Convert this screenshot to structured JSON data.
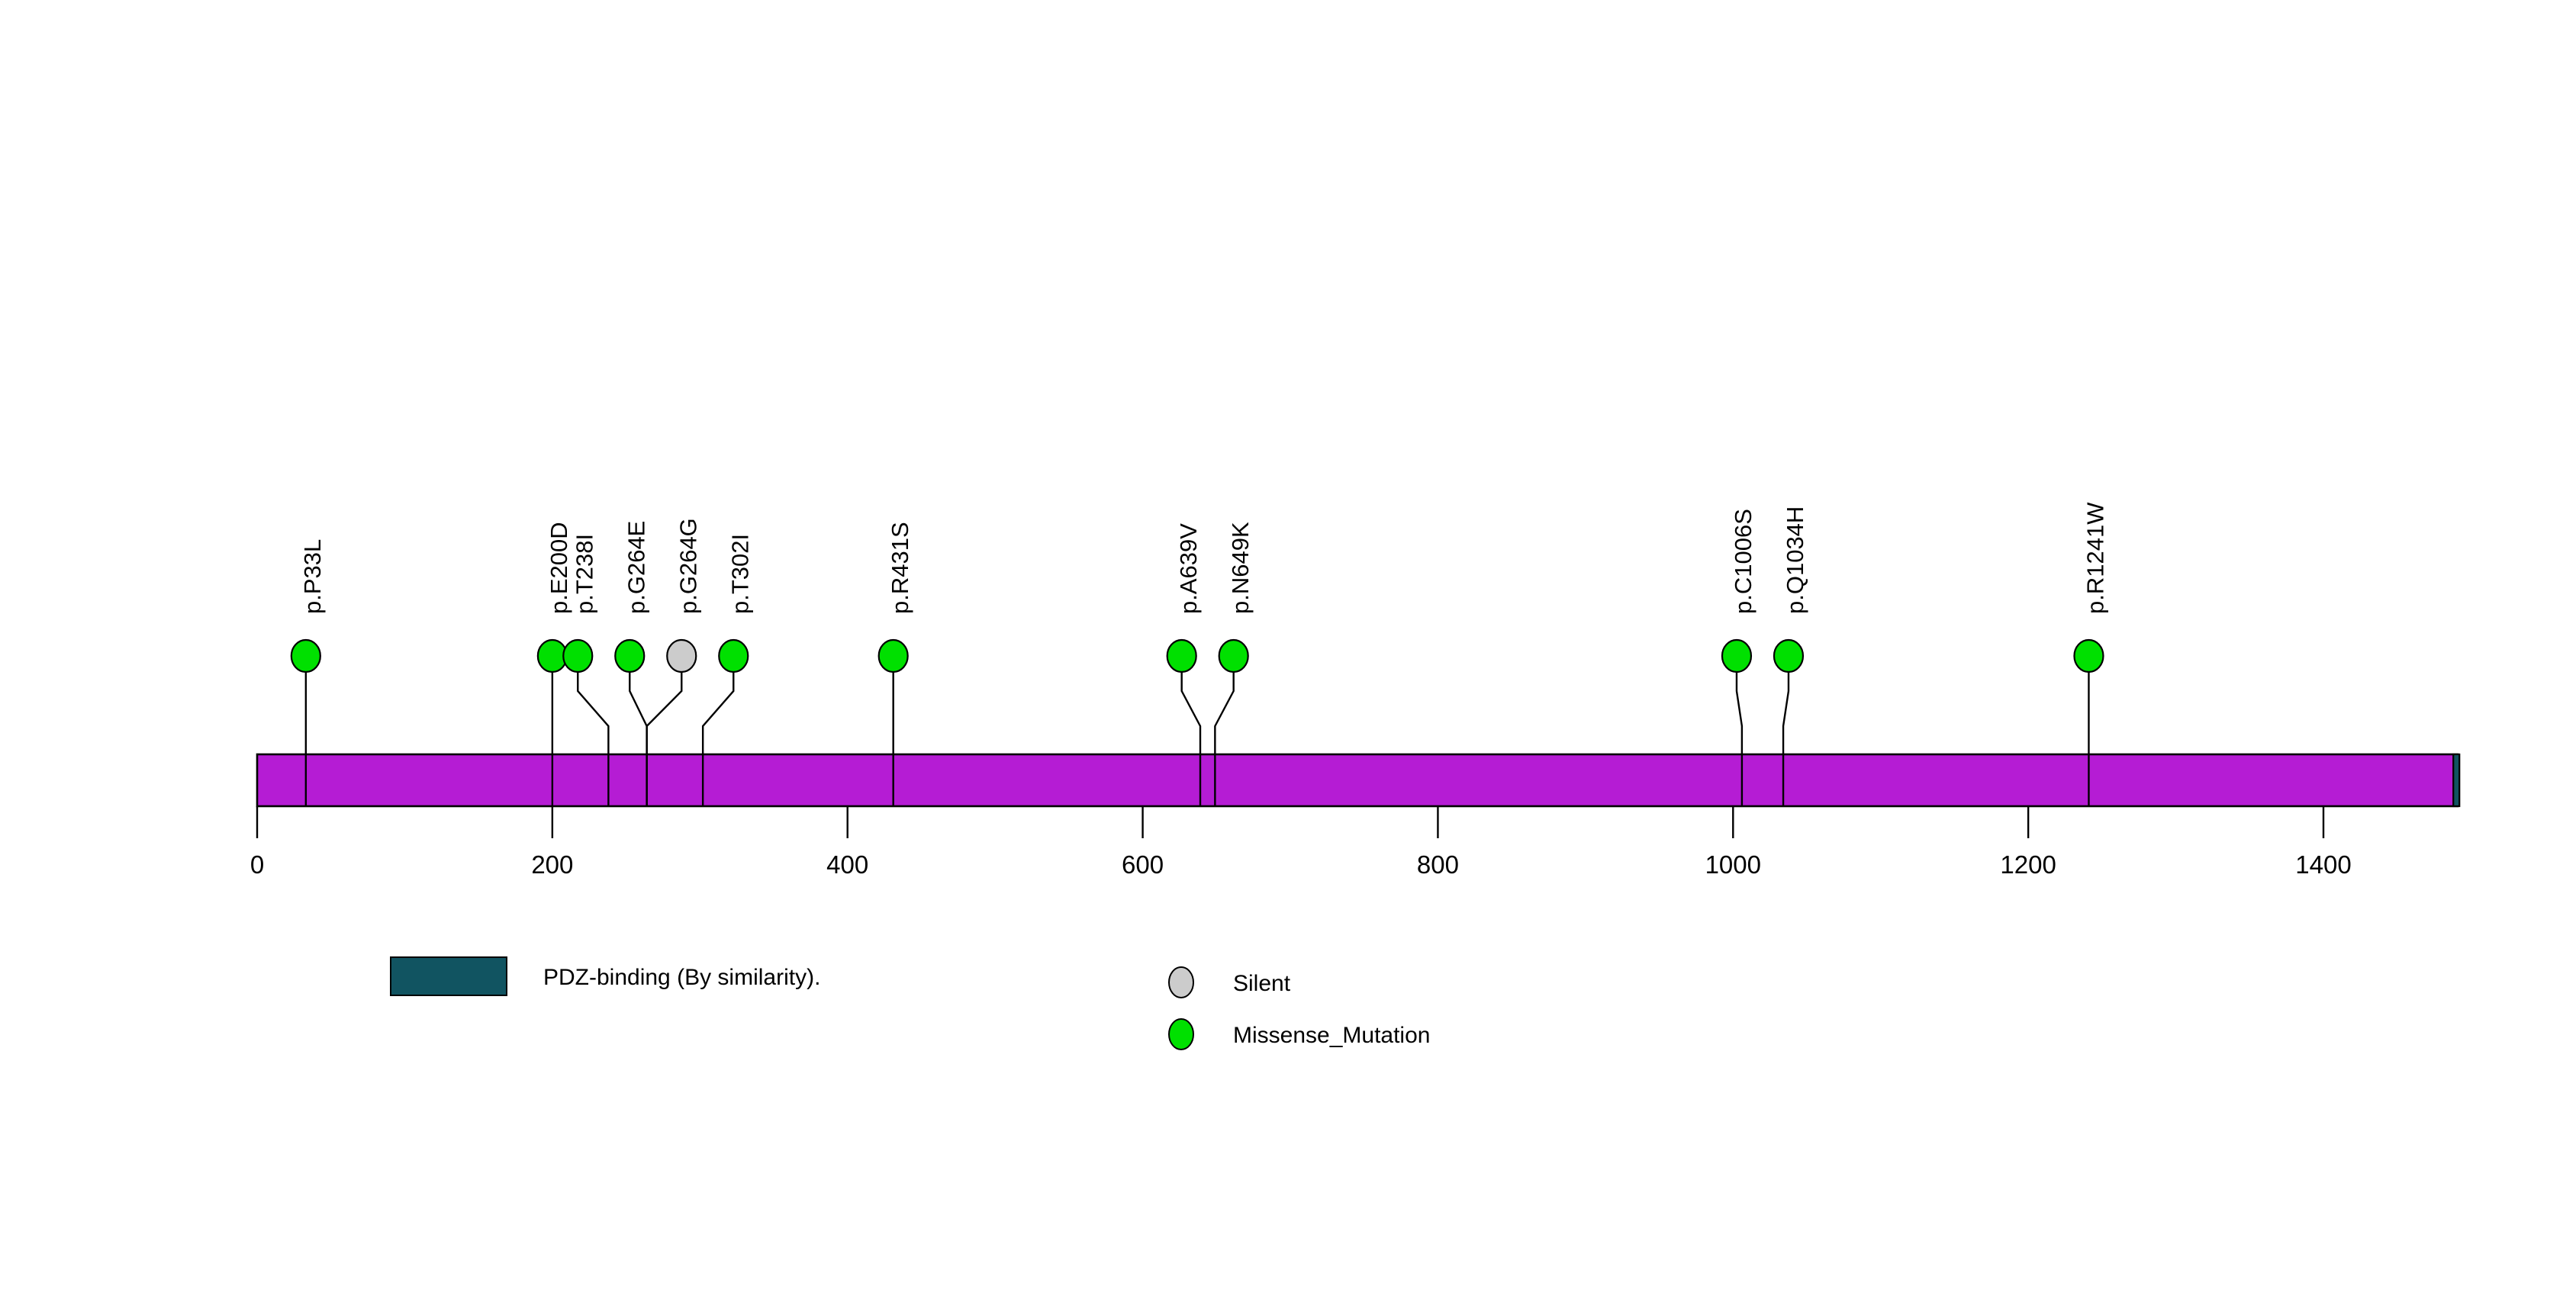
{
  "chart_data": {
    "type": "lollipop",
    "title": "",
    "xlabel": "",
    "ylabel": "",
    "xlim": [
      0,
      1491
    ],
    "axis_ticks": [
      0,
      200,
      400,
      600,
      800,
      1000,
      1200,
      1400
    ],
    "protein_length": 1491,
    "backbone_color": "#b51cd4",
    "backbone_outline": "#000000",
    "domains": [
      {
        "name": "PDZ-binding (By similarity).",
        "start": 1488,
        "end": 1491,
        "color": "#115461"
      }
    ],
    "mutations": [
      {
        "label": "p.P33L",
        "position": 33,
        "type": "Missense_Mutation",
        "color": "#00e000",
        "count": 1
      },
      {
        "label": "p.E200D",
        "position": 200,
        "type": "Missense_Mutation",
        "color": "#00e000",
        "count": 1
      },
      {
        "label": "p.T238I",
        "position": 238,
        "type": "Missense_Mutation",
        "color": "#00e000",
        "count": 1
      },
      {
        "label": "p.G264E",
        "position": 264,
        "type": "Missense_Mutation",
        "color": "#00e000",
        "count": 1
      },
      {
        "label": "p.G264G",
        "position": 264,
        "type": "Silent",
        "color": "#cccccc",
        "count": 1
      },
      {
        "label": "p.T302I",
        "position": 302,
        "type": "Missense_Mutation",
        "color": "#00e000",
        "count": 1
      },
      {
        "label": "p.R431S",
        "position": 431,
        "type": "Missense_Mutation",
        "color": "#00e000",
        "count": 1
      },
      {
        "label": "p.A639V",
        "position": 639,
        "type": "Missense_Mutation",
        "color": "#00e000",
        "count": 1
      },
      {
        "label": "p.N649K",
        "position": 649,
        "type": "Missense_Mutation",
        "color": "#00e000",
        "count": 1
      },
      {
        "label": "p.C1006S",
        "position": 1006,
        "type": "Missense_Mutation",
        "color": "#00e000",
        "count": 1
      },
      {
        "label": "p.Q1034H",
        "position": 1034,
        "type": "Missense_Mutation",
        "color": "#00e000",
        "count": 1
      },
      {
        "label": "p.R1241W",
        "position": 1241,
        "type": "Missense_Mutation",
        "color": "#00e000",
        "count": 1
      }
    ]
  },
  "axis": {
    "ticks": [
      {
        "value": 0,
        "label": "0"
      },
      {
        "value": 200,
        "label": "200"
      },
      {
        "value": 400,
        "label": "400"
      },
      {
        "value": 600,
        "label": "600"
      },
      {
        "value": 800,
        "label": "800"
      },
      {
        "value": 1000,
        "label": "1000"
      },
      {
        "value": 1200,
        "label": "1200"
      },
      {
        "value": 1400,
        "label": "1400"
      }
    ]
  },
  "legend": {
    "domain_entries": [
      {
        "label": "PDZ-binding (By similarity).",
        "color": "#115461",
        "shape": "rect"
      }
    ],
    "mutation_entries": [
      {
        "label": "Silent",
        "color": "#cccccc",
        "shape": "ellipse"
      },
      {
        "label": "Missense_Mutation",
        "color": "#00e000",
        "shape": "ellipse"
      }
    ]
  }
}
